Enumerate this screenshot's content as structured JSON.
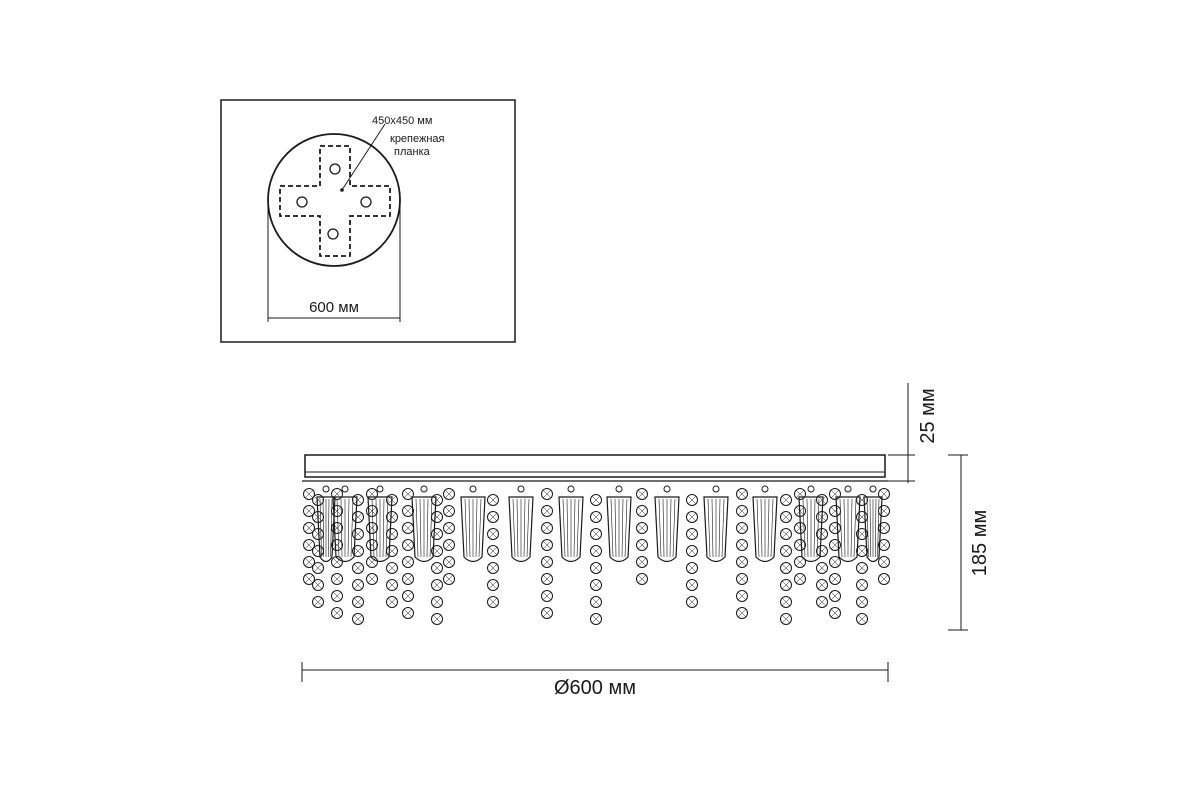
{
  "top_view": {
    "plate_size_label": "450x450 мм",
    "bracket_label_line1": "крепежная",
    "bracket_label_line2": "планка",
    "width_label": "600 мм"
  },
  "side_view": {
    "top_height_label": "25 мм",
    "total_height_label": "185 мм",
    "diameter_label": "Ø600 мм"
  },
  "colors": {
    "line": "#1a1a1a",
    "background": "#ffffff"
  }
}
